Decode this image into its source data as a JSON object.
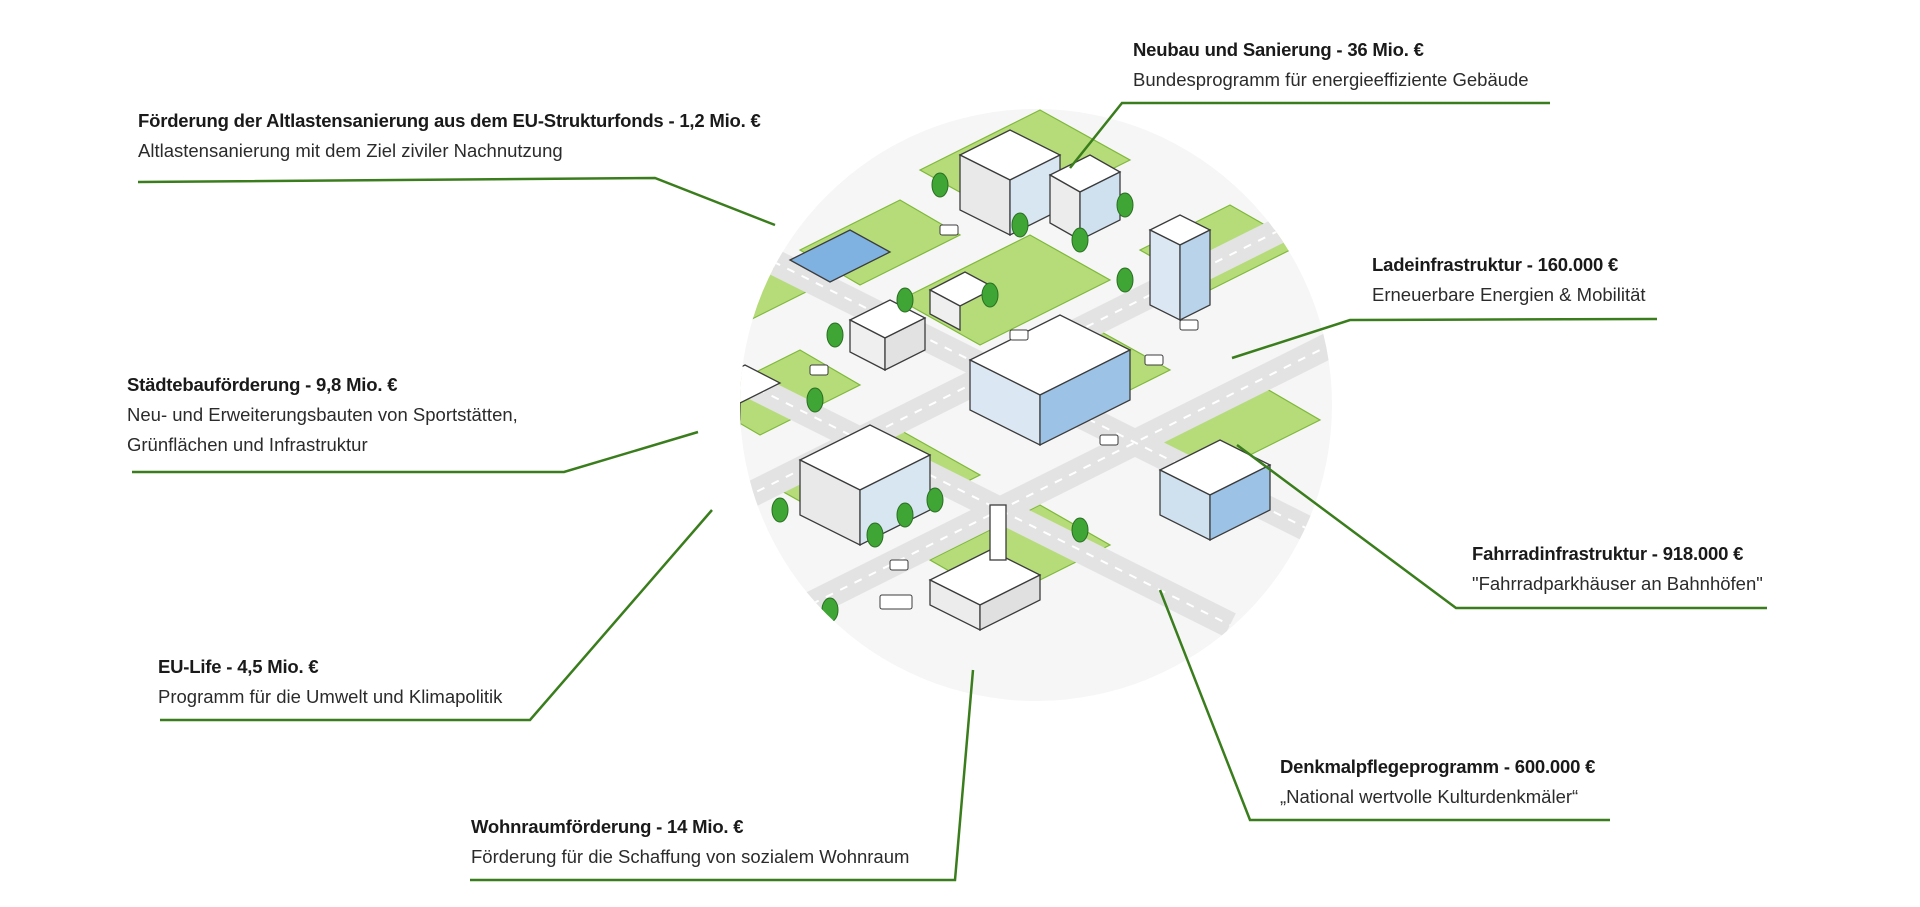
{
  "colors": {
    "leader_line": "#3a7d1c",
    "grass": "#8cc63f",
    "road": "#f2f2f2",
    "building": "#ffffff",
    "outline": "#3c3c3c",
    "glass": "#6fa6d6",
    "tree": "#3fa535"
  },
  "illustration": {
    "name": "isometric-city-illustration",
    "description_icon": "city-map-icon"
  },
  "callouts": [
    {
      "id": "neubau",
      "title": "Neubau und Sanierung - 36 Mio. €",
      "subtitle": "Bundesprogramm für energieeffiziente Gebäude"
    },
    {
      "id": "altlasten",
      "title": "Förderung der Altlastensanierung aus dem EU-Strukturfonds - 1,2 Mio. €",
      "subtitle": "Altlastensanierung mit dem Ziel ziviler Nachnutzung"
    },
    {
      "id": "ladeinfrastruktur",
      "title": "Ladeinfrastruktur - 160.000 €",
      "subtitle": "Erneuerbare Energien & Mobilität"
    },
    {
      "id": "staedtebau",
      "title": "Städtebauförderung - 9,8 Mio. €",
      "subtitle": "Neu- und Erweiterungsbauten von Sportstätten,",
      "subtitle2": "Grünflächen und Infrastruktur"
    },
    {
      "id": "fahrrad",
      "title": "Fahrradinfrastruktur - 918.000 €",
      "subtitle": "\"Fahrradparkhäuser an Bahnhöfen\""
    },
    {
      "id": "eulife",
      "title": "EU-Life - 4,5 Mio. €",
      "subtitle": "Programm für die Umwelt und Klimapolitik"
    },
    {
      "id": "denkmal",
      "title": "Denkmalpflegeprogramm - 600.000 €",
      "subtitle": "„National wertvolle Kulturdenkmäler“"
    },
    {
      "id": "wohnraum",
      "title": "Wohnraumförderung - 14 Mio. €",
      "subtitle": "Förderung für die Schaffung von sozialem Wohnraum"
    }
  ]
}
